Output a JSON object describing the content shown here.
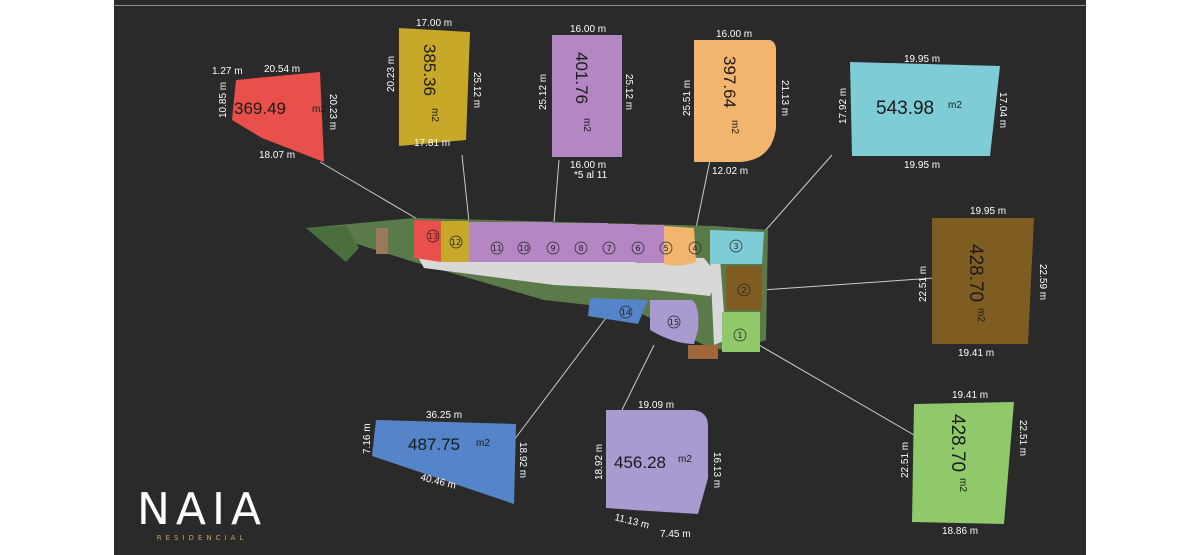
{
  "brand": {
    "name": "NAIA",
    "tagline": "RESIDENCIAL"
  },
  "colors": {
    "background": "#2a2a2a",
    "lot13": "#e9504c",
    "lot12": "#c8a828",
    "lots5_11": "#b487c4",
    "lot4": "#f2b56e",
    "lot3": "#7ecdd6",
    "lot2": "#7f5c22",
    "lot1": "#8fc96a",
    "lot14": "#5585c8",
    "lot15": "#a99ad0"
  },
  "site": {
    "lot_numbers": [
      "13",
      "12",
      "11",
      "10",
      "9",
      "8",
      "7",
      "6",
      "5",
      "4",
      "3",
      "2",
      "1",
      "14",
      "15"
    ]
  },
  "lots": [
    {
      "id": "13",
      "area": "369.49",
      "unit": "m2",
      "dims": [
        "1.27 m",
        "20.54 m",
        "10.85 m",
        "20.23 m",
        "18.07 m"
      ]
    },
    {
      "id": "12",
      "area": "385.36",
      "unit": "m2",
      "dims": [
        "17.00 m",
        "20.23 m",
        "25.12 m",
        "17.81 m"
      ]
    },
    {
      "id": "5-11",
      "area": "401.76",
      "unit": "m2",
      "dims": [
        "16.00 m",
        "25.12 m",
        "25.12 m",
        "16.00 m"
      ],
      "note": "*5 al 11"
    },
    {
      "id": "4",
      "area": "397.64",
      "unit": "m2",
      "dims": [
        "16.00 m",
        "25.51 m",
        "21.13 m",
        "12.02 m"
      ]
    },
    {
      "id": "3",
      "area": "543.98",
      "unit": "m2",
      "dims": [
        "19.95 m",
        "17.92 m",
        "17.04 m",
        "19.95 m"
      ]
    },
    {
      "id": "2",
      "area": "428.70",
      "unit": "m2",
      "dims": [
        "19.95 m",
        "22.51 m",
        "22.59 m",
        "19.41 m"
      ]
    },
    {
      "id": "1",
      "area": "428.70",
      "unit": "m2",
      "dims": [
        "19.41 m",
        "22.51 m",
        "22.51 m",
        "18.86 m"
      ]
    },
    {
      "id": "14",
      "area": "487.75",
      "unit": "m2",
      "dims": [
        "36.25 m",
        "7.16 m",
        "18.92 m",
        "40.46 m"
      ]
    },
    {
      "id": "15",
      "area": "456.28",
      "unit": "m2",
      "dims": [
        "19.09 m",
        "18.92 m",
        "16.13 m",
        "11.13 m",
        "7.45 m"
      ]
    }
  ]
}
